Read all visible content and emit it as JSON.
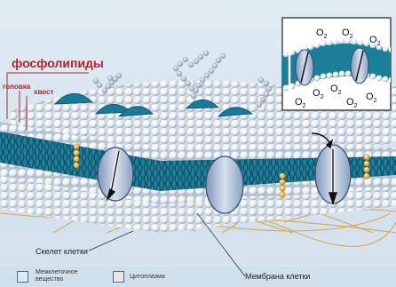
{
  "labels": {
    "title": "фосфолипиды",
    "head": "головка",
    "tail": "хвост",
    "skeleton": "Скелет клетки",
    "membrane": "Мембрана клетки"
  },
  "legend": [
    {
      "label": "Межклеточное вещество",
      "color": "#d9ebf7"
    },
    {
      "label": "Цитоплазма",
      "color": "#e8e8e8"
    }
  ],
  "inset": {
    "molecule": "O2",
    "count": 8
  },
  "colors": {
    "background": "#d8e6f1",
    "protein": "#1a7a9c",
    "channel": "#b8c8de",
    "accent": "#b4232a",
    "cholesterol": "#f2b630",
    "fibers": "#d9a64a"
  }
}
